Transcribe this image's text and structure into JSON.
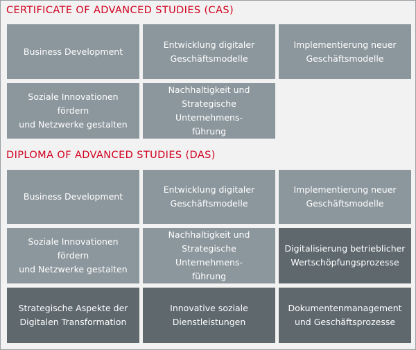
{
  "cas": {
    "heading": "CERTIFICATE OF ADVANCED STUDIES (CAS)",
    "modules": [
      "Business Development",
      "Entwicklung digitaler\nGeschäftsmodelle",
      "Implementierung neuer\nGeschäftsmodelle",
      "Soziale Innovationen fördern\nund Netzwerke gestalten",
      "Nachhaltigkeit und\nStrategische Unternehmens-\nführung"
    ]
  },
  "das": {
    "heading": "DIPLOMA OF ADVANCED STUDIES (DAS)",
    "modules": [
      "Business Development",
      "Entwicklung digitaler\nGeschäftsmodelle",
      "Implementierung neuer\nGeschäftsmodelle",
      "Soziale Innovationen fördern\nund Netzwerke gestalten",
      "Nachhaltigkeit und\nStrategische Unternehmens-\nführung",
      "Digitalisierung betrieblicher\nWertschöpfungsprozesse",
      "Strategische Aspekte der\nDigitalen Transformation",
      "Innovative soziale\nDienstleistungen",
      "Dokumentenmanagement\nund Geschäftsprozesse"
    ]
  },
  "colors": {
    "heading": "#d1001f",
    "tile_light": "#8c979d",
    "tile_dark": "#5e686d",
    "background": "#f2f2f2"
  }
}
